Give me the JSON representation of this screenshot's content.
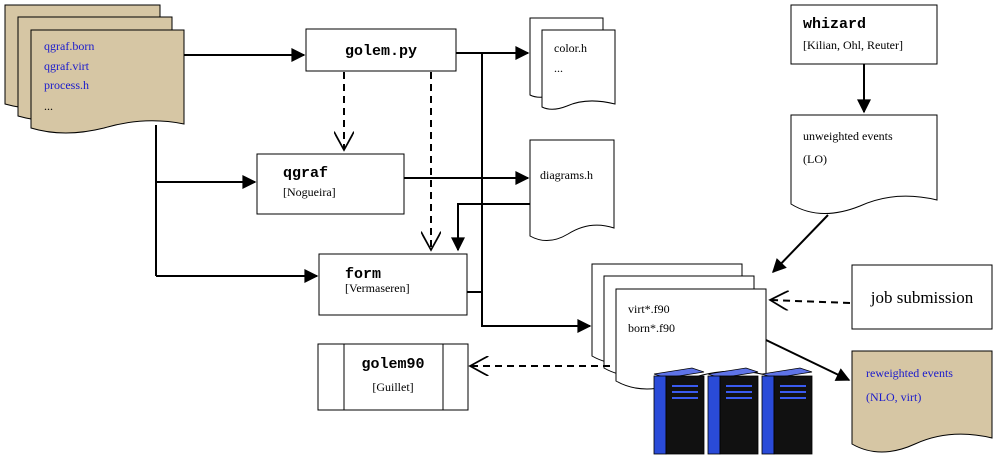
{
  "input_files": {
    "lines": [
      "qgraf.born",
      "qgraf.virt",
      "process.h",
      "..."
    ]
  },
  "golem_py": {
    "title": "golem.py"
  },
  "qgraf": {
    "title": "qgraf",
    "author": "[Nogueira]"
  },
  "form": {
    "title": "form",
    "author": "[Vermaseren]"
  },
  "golem90": {
    "title": "golem90",
    "author": "[Guillet]"
  },
  "color_files": {
    "lines": [
      "color.h",
      "..."
    ]
  },
  "diagrams_file": {
    "label": "diagrams.h"
  },
  "whizard": {
    "title": "whizard",
    "authors": "[Kilian, Ohl, Reuter]"
  },
  "unweighted_events": {
    "line1": "unweighted events",
    "line2": "(LO)"
  },
  "code_files": {
    "lines": [
      "virt*.f90",
      "born*.f90"
    ]
  },
  "job_submission": {
    "label": "job submission"
  },
  "reweighted_events": {
    "line1": "reweighted events",
    "line2": "(NLO, virt)"
  },
  "colors": {
    "tan_fill": "#d6c6a4",
    "blue_text": "#1a1acc",
    "server_blue": "#2a4bd8",
    "server_dark": "#111111"
  }
}
